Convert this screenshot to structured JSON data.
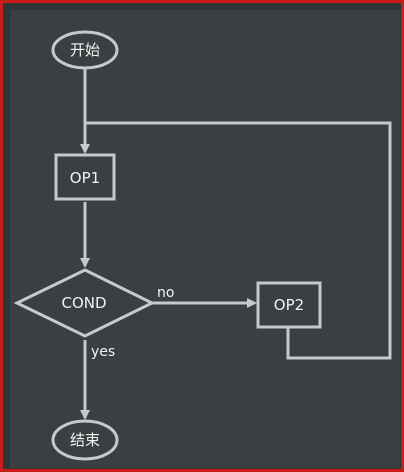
{
  "diagram": {
    "nodes": {
      "start": "开始",
      "op1": "OP1",
      "cond": "COND",
      "op2": "OP2",
      "end": "结束"
    },
    "edges": {
      "no_label": "no",
      "yes_label": "yes"
    },
    "colors": {
      "frame_border": "#c81c1c",
      "background": "#3a3f42",
      "stroke": "#c8c9ca",
      "text": "#f2f2f2"
    }
  }
}
